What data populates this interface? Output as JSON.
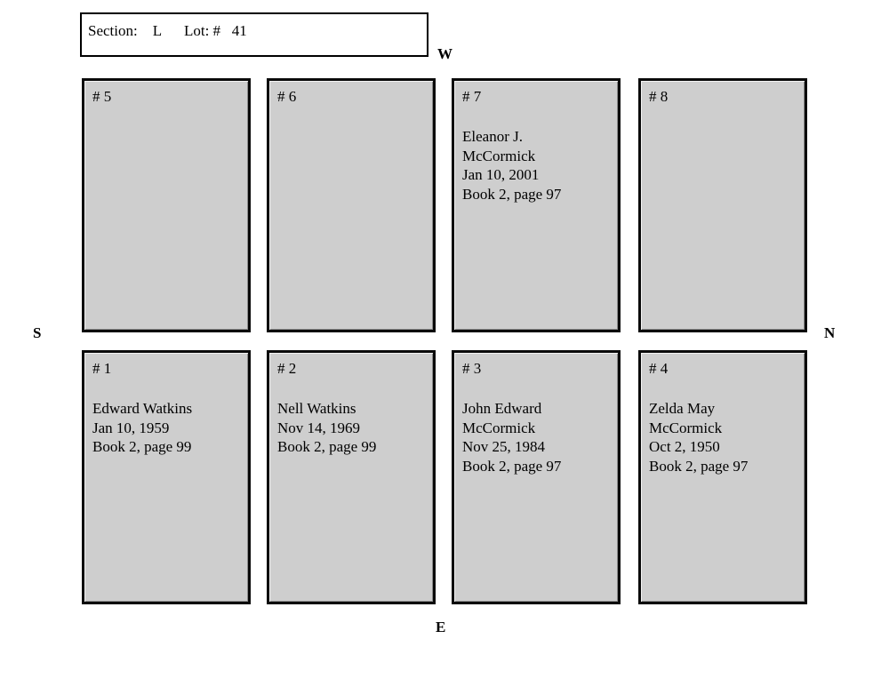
{
  "header": {
    "section_label": "Section:",
    "section_value": "L",
    "lot_label": "Lot: #",
    "lot_value": "41",
    "full_line": "Section:    L      Lot: #   41"
  },
  "compass": {
    "west": "W",
    "south": "S",
    "north": "N",
    "east": "E"
  },
  "colors": {
    "plot_fill": "#cecece",
    "plot_border": "#0a0a0a",
    "page_background": "#ffffff",
    "text": "#000000"
  },
  "grid": {
    "rows": 2,
    "columns": 4,
    "top_row_plots": [
      5,
      6,
      7,
      8
    ],
    "bottom_row_plots": [
      1,
      2,
      3,
      4
    ]
  },
  "plots": [
    {
      "number_label": "# 5",
      "occupied": false,
      "name_line_1": "",
      "name_line_2": "",
      "date": "",
      "reference": ""
    },
    {
      "number_label": "# 6",
      "occupied": false,
      "name_line_1": "",
      "name_line_2": "",
      "date": "",
      "reference": ""
    },
    {
      "number_label": "# 7",
      "occupied": true,
      "name_line_1": "Eleanor J.",
      "name_line_2": "McCormick",
      "date": "Jan 10, 2001",
      "reference": "Book 2, page 97"
    },
    {
      "number_label": "# 8",
      "occupied": false,
      "name_line_1": "",
      "name_line_2": "",
      "date": "",
      "reference": ""
    },
    {
      "number_label": "# 1",
      "occupied": true,
      "name_line_1": "Edward Watkins",
      "name_line_2": "",
      "date": "Jan 10, 1959",
      "reference": "Book 2, page 99"
    },
    {
      "number_label": "# 2",
      "occupied": true,
      "name_line_1": "Nell Watkins",
      "name_line_2": "",
      "date": "Nov 14, 1969",
      "reference": "Book 2, page 99"
    },
    {
      "number_label": "# 3",
      "occupied": true,
      "name_line_1": "John Edward",
      "name_line_2": "McCormick",
      "date": "Nov 25, 1984",
      "reference": "Book 2, page 97"
    },
    {
      "number_label": "# 4",
      "occupied": true,
      "name_line_1": "Zelda May",
      "name_line_2": "McCormick",
      "date": "Oct 2, 1950",
      "reference": "Book 2, page 97"
    }
  ]
}
